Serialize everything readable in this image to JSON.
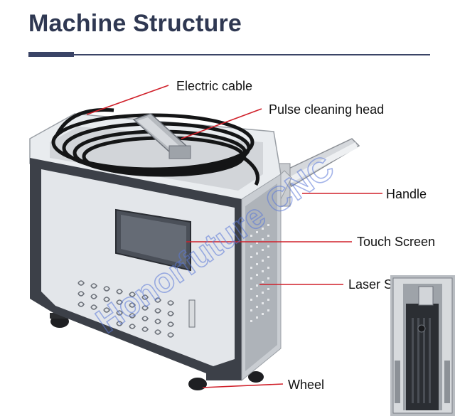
{
  "header": {
    "title": "Machine Structure"
  },
  "labels": {
    "electric_cable": "Electric cable",
    "pulse_cleaning_head": "Pulse cleaning head",
    "handle": "Handle",
    "touch_screen": "Touch Screen",
    "laser_source": "Laser Source",
    "wheel": "Wheel"
  },
  "watermark": {
    "text": "Honorfuture CNC"
  },
  "colors": {
    "title": "#2f3852",
    "rule": "#3a4466",
    "leader_line": "#d0202a",
    "cabinet_frame": "#3c4048",
    "cabinet_panel": "#e3e6ea",
    "watermark": "#5a78d8"
  }
}
